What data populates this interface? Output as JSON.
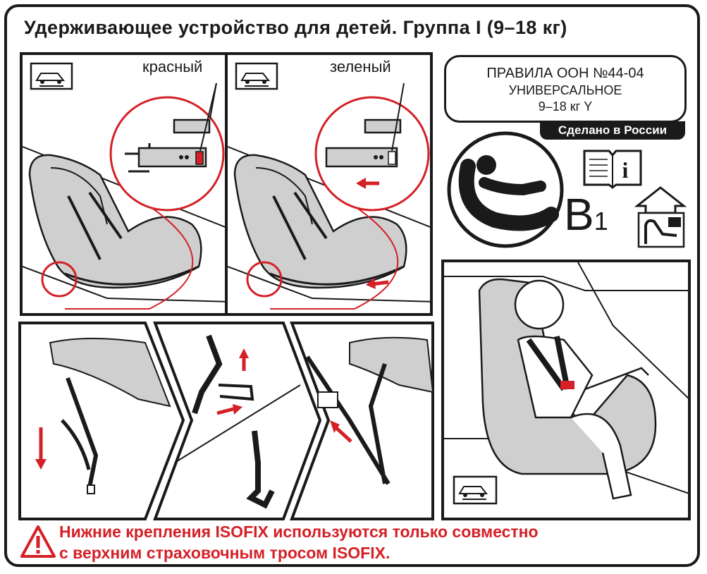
{
  "document": {
    "title": "Удерживающее устройство для детей. Группа I (9–18 кг)"
  },
  "step1": {
    "label": "красный",
    "indicator_color": "red",
    "icon": "car-icon"
  },
  "step2": {
    "label": "зеленый",
    "indicator_color": "green",
    "icon": "car-icon"
  },
  "certification": {
    "line1": "ПРАВИЛА ООН №44-04",
    "line2": "УНИВЕРСАЛЬНОЕ",
    "line3": "9–18 кг Y",
    "made_in": "Сделано в России"
  },
  "classification": {
    "code_letter": "B",
    "code_index": "1",
    "icons": [
      "isofix-seat-icon",
      "instruction-manual-icon",
      "storage-location-icon"
    ]
  },
  "warning": {
    "line1": "Нижние крепления ISOFIX используются только совместно",
    "line2": "с верхним страховочным тросом ISOFIX.",
    "icon": "warning-triangle-icon"
  },
  "colors": {
    "accent_red": "#d42026",
    "line": "#1a1a1a",
    "seat_fill": "#cfcfcf"
  }
}
